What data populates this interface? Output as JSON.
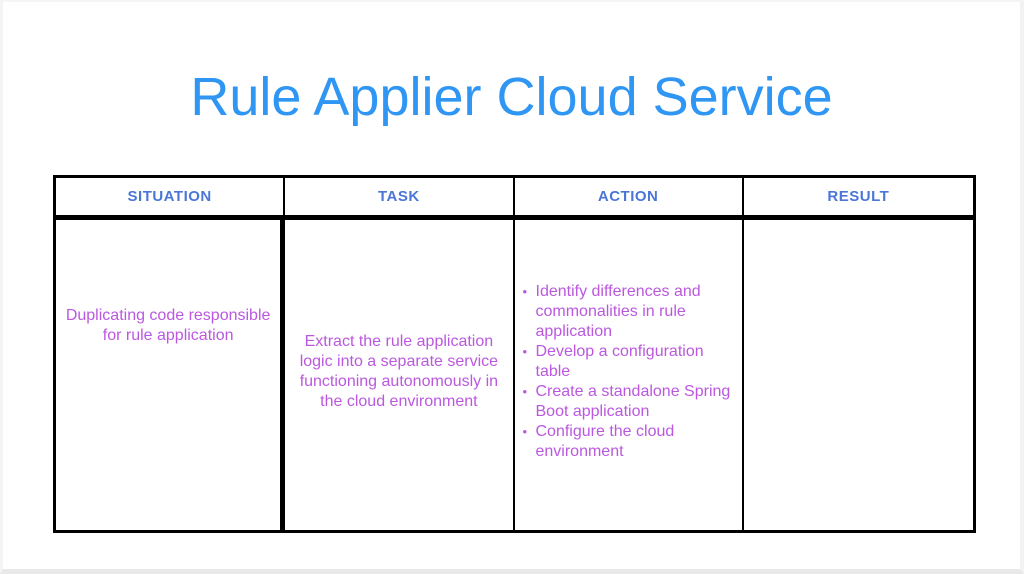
{
  "title": "Rule Applier Cloud Service",
  "colors": {
    "title": "#2F96F3",
    "header": "#4B76D8",
    "body_text": "#BB58DF",
    "border": "#000000"
  },
  "bullet_glyph": "•",
  "table": {
    "headers": [
      "SITUATION",
      "TASK",
      "ACTION",
      "RESULT"
    ],
    "row": {
      "situation": "Duplicating code responsible for rule application",
      "task": "Extract the rule application logic into a separate service functioning autonomously in the cloud environment",
      "action_items": [
        "Identify differences and commonalities in rule application",
        "Develop a configuration table",
        "Create a standalone Spring Boot application",
        "Configure the cloud environment"
      ],
      "result": ""
    }
  }
}
